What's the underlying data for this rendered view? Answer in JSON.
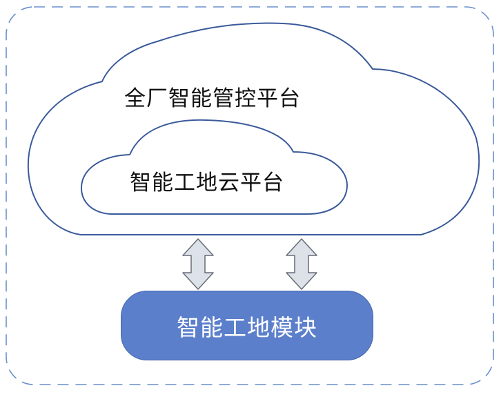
{
  "diagram": {
    "outer_cloud": {
      "label": "全厂智能管控平台"
    },
    "inner_cloud": {
      "label": "智能工地云平台"
    },
    "module": {
      "label": "智能工地模块"
    },
    "colors": {
      "cloud_stroke": "#3a5a9b",
      "frame_stroke": "#6a8fcc",
      "module_fill": "#5b7fcb",
      "arrow_fill": "#dde1e8",
      "arrow_stroke": "#666c78"
    }
  }
}
